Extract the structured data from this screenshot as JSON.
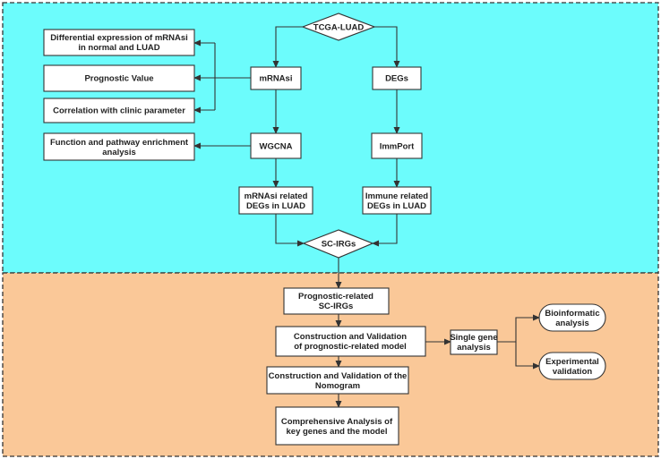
{
  "colors": {
    "top_panel": "#6cfcfc",
    "bottom_panel": "#fac898",
    "border": "#333333",
    "node_fill": "#ffffff",
    "arrow": "#333333"
  },
  "nodes": {
    "tcga_luad": [
      "TCGA-LUAD"
    ],
    "diff_expr": [
      "Differential expression of mRNAsi",
      "in normal and LUAD"
    ],
    "prognostic_value": [
      "Prognostic Value"
    ],
    "correlation": [
      "Correlation with clinic parameter"
    ],
    "mrnasi": [
      "mRNAsi"
    ],
    "degs": [
      "DEGs"
    ],
    "function_pathway": [
      "Function and pathway enrichment",
      "analysis"
    ],
    "wgcna": [
      "WGCNA"
    ],
    "immport": [
      "ImmPort"
    ],
    "mrnasi_related": [
      "mRNAsi related",
      "DEGs in LUAD"
    ],
    "immune_related": [
      "Immune related",
      "DEGs in LUAD"
    ],
    "sc_irgs": [
      "SC-IRGs"
    ],
    "prognostic_sc_irgs": [
      "Prognostic-related",
      "SC-IRGs"
    ],
    "construction_model": [
      "Construction and Validation",
      "of prognostic-related model"
    ],
    "single_gene": [
      "Single gene",
      "analysis"
    ],
    "bioinformatic": [
      "Bioinformatic",
      "analysis"
    ],
    "experimental": [
      "Experimental",
      "validation"
    ],
    "nomogram": [
      "Construction and Validation of the",
      "Nomogram"
    ],
    "comprehensive": [
      "Comprehensive Analysis of",
      "key genes and the model"
    ]
  }
}
